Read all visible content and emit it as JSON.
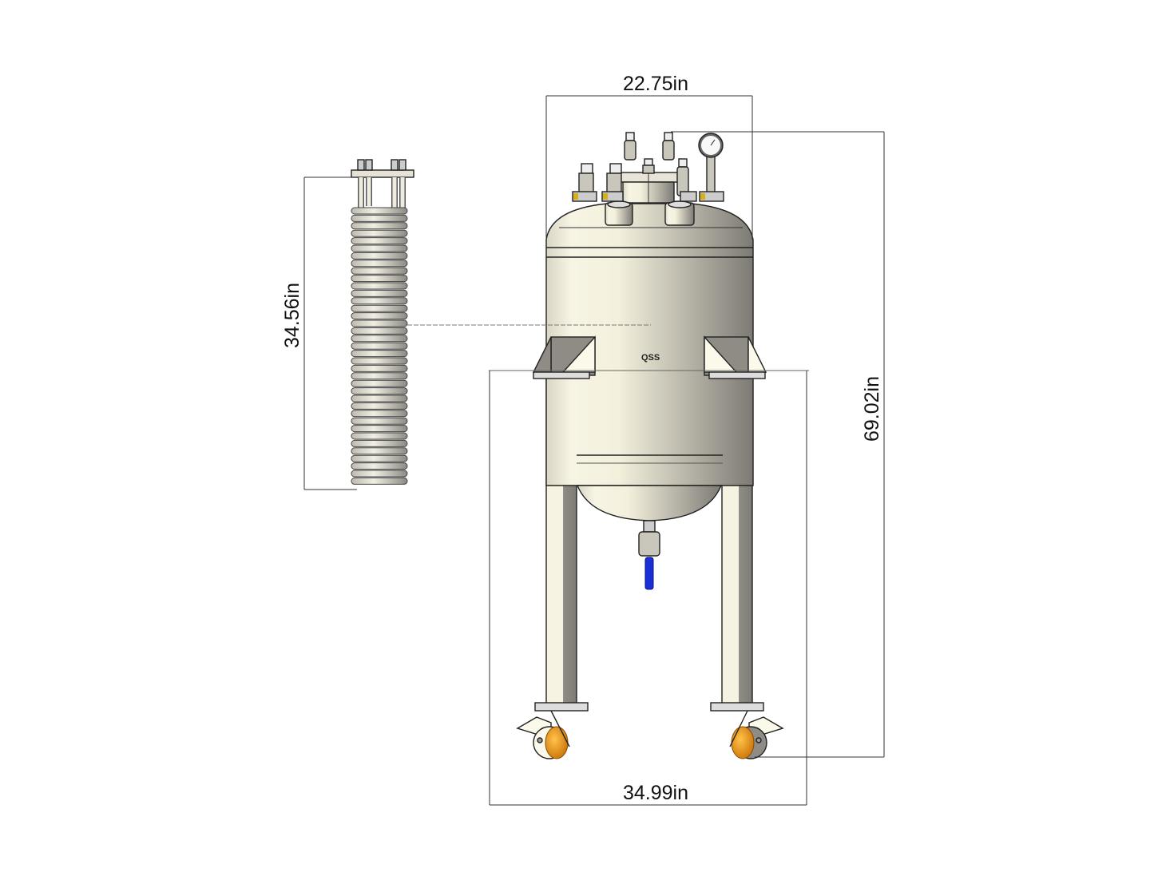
{
  "dimensions": {
    "tank_width": "22.75in",
    "overall_height": "69.02in",
    "leg_span": "34.99in",
    "coil_height": "34.56in"
  },
  "logo_text": "QSS",
  "colors": {
    "shell": "#f4f1e0",
    "shell_shade": "#8a8780",
    "caster_wheel": "#e8900f",
    "valve_handle": "#1a2fd6",
    "brass_fitting": "#d4b020"
  }
}
